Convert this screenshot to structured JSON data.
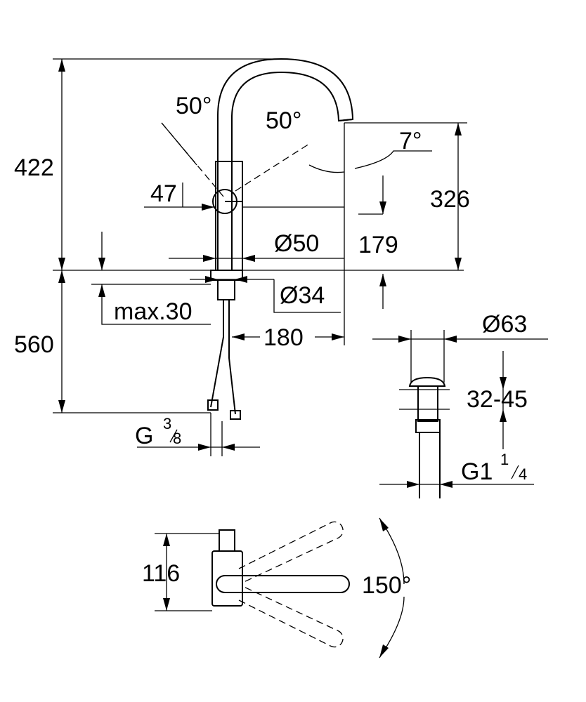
{
  "dimensions": {
    "total_height": "422",
    "handle_angle_left": "50°",
    "handle_angle_right": "50°",
    "spout_angle": "7°",
    "handle_offset": "47",
    "spout_height": "326",
    "body_diameter": "Ø50",
    "spout_reach": "179",
    "hole_diameter": "Ø34",
    "max_deck_thickness": "max.30",
    "hose_reach": "180",
    "hose_length": "560",
    "connection_main": "G",
    "connection_fraction_num": "3",
    "connection_fraction_den": "8",
    "waste_diameter": "Ø63",
    "waste_range": "32-45",
    "waste_connection_main": "G1",
    "waste_fraction_num": "1",
    "waste_fraction_den": "4",
    "top_view_depth": "116",
    "swivel_angle": "150°"
  }
}
